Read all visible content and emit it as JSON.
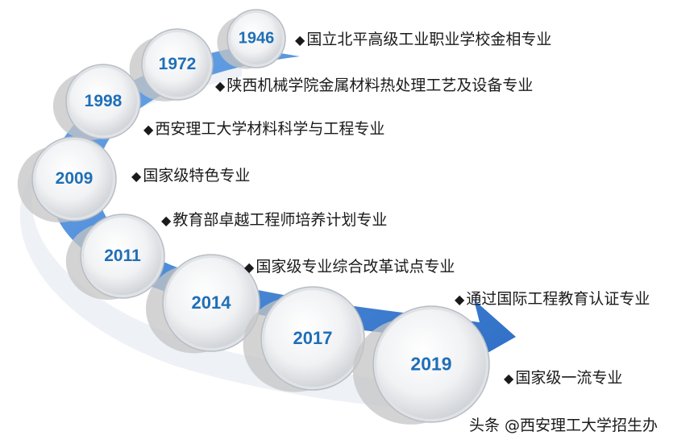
{
  "timeline": [
    {
      "year": "1946",
      "text": "国立北平高级工业职业学校金相专业"
    },
    {
      "year": "1972",
      "text": "陕西机械学院金属材料热处理工艺及设备专业"
    },
    {
      "year": "1998",
      "text": "西安理工大学材料科学与工程专业"
    },
    {
      "year": "2009",
      "text": "国家级特色专业"
    },
    {
      "year": "2011",
      "text": "教育部卓越工程师培养计划专业"
    },
    {
      "year": "2014",
      "text": "国家级专业综合改革试点专业"
    },
    {
      "year": "2017",
      "text": "通过国际工程教育认证专业"
    },
    {
      "year": "2019",
      "text": "国家级一流专业"
    }
  ],
  "bullet": "◆",
  "watermark": "头条 @西安理工大学招生办",
  "colors": {
    "arrow": "#3b7ed4",
    "year_text": "#1f6fb7",
    "shadow": "#c4c4c4"
  }
}
